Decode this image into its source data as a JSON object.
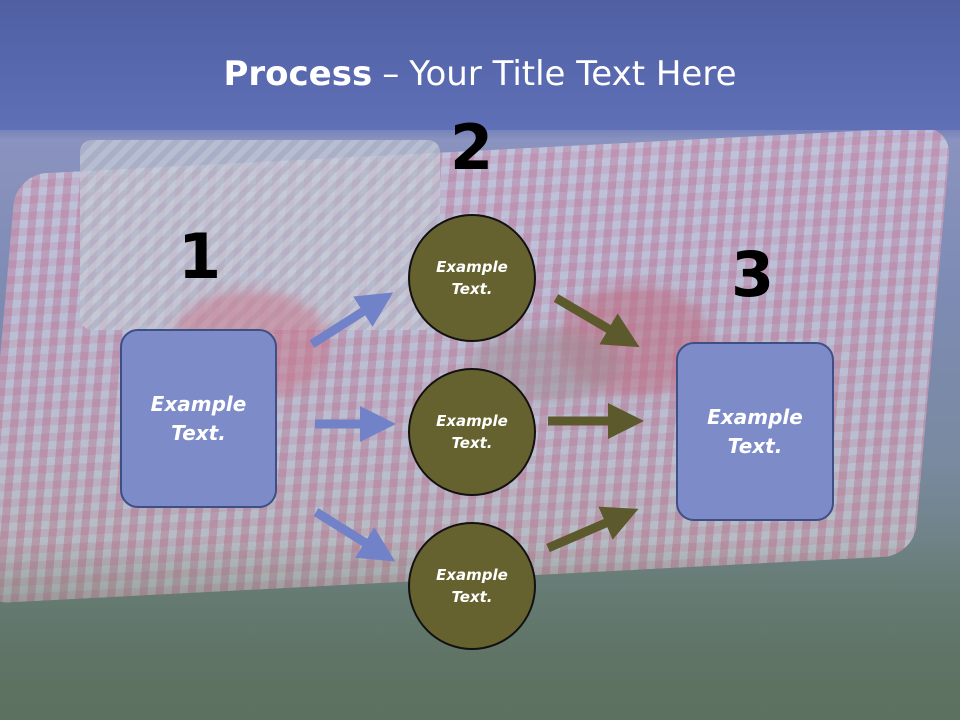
{
  "title": {
    "strong": "Process",
    "separator": "–",
    "rest": "Your Title Text Here"
  },
  "steps": {
    "num1": "1",
    "num2": "2",
    "num3": "3"
  },
  "left_box": {
    "text": "Example Text."
  },
  "right_box": {
    "text": "Example Text."
  },
  "circles": [
    {
      "text": "Example Text."
    },
    {
      "text": "Example Text."
    },
    {
      "text": "Example Text."
    }
  ],
  "colors": {
    "box_fill": "#7d8cc9",
    "circle_fill": "#66622f",
    "blue_arrow": "#7182c9",
    "olive_arrow": "#5c5a2c",
    "title_band": "#5565aa"
  }
}
